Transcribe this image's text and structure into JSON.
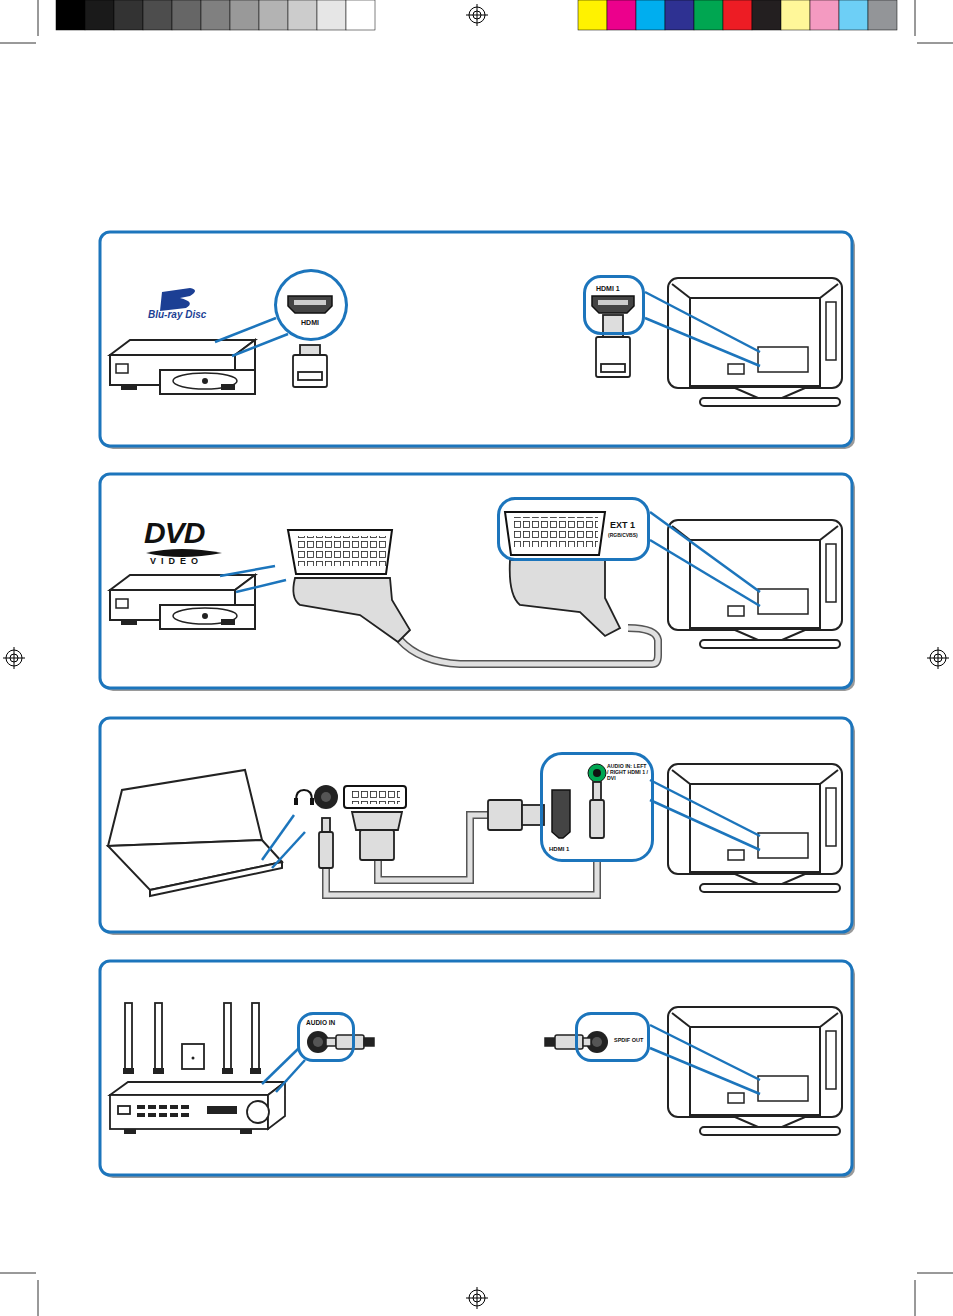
{
  "diagram": {
    "nodes": [
      {
        "text": [
          "HDMI"
        ]
      },
      {
        "text": [
          "HDMI 1"
        ]
      },
      {
        "text": [
          "EXT 1",
          "(RGB/CVBS)"
        ]
      },
      {
        "text": [
          "AUDIO IN: LEFT / RIGHT HDMI 1 / DVI",
          "HDMI 1"
        ]
      },
      {
        "text": [
          "AUDIO IN"
        ]
      },
      {
        "text": [
          "SPDIF OUT"
        ]
      }
    ],
    "edges": [
      {
        "from": 0,
        "to": 1,
        "arrow": "none"
      },
      {
        "from": 4,
        "to": 5,
        "arrow": "none"
      }
    ],
    "labels": [
      "Blu-ray Disc",
      "DVD",
      "VIDEO"
    ]
  }
}
